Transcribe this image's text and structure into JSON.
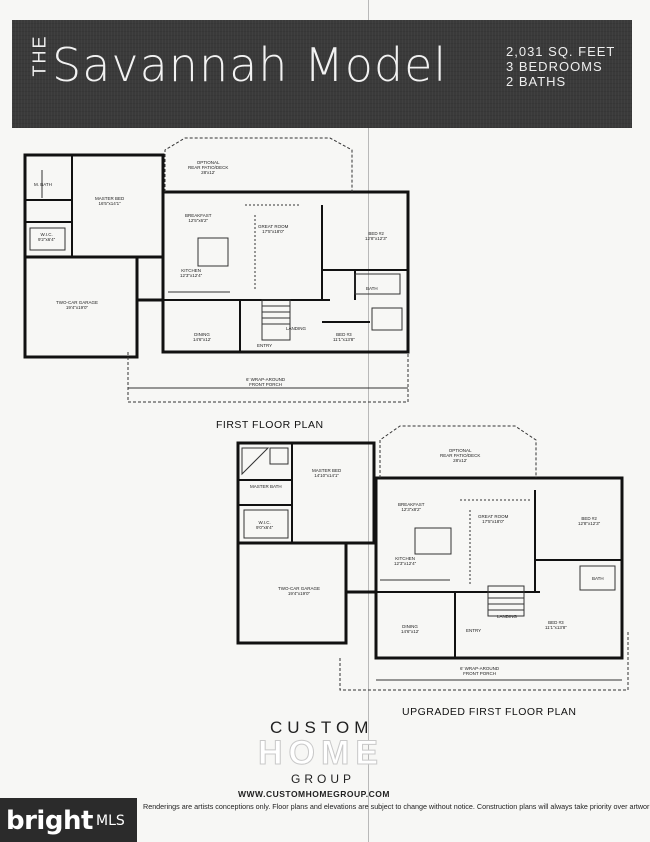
{
  "banner": {
    "the": "THE",
    "title": "Savannah Model",
    "sq_feet": "2,031 SQ. FEET",
    "bedrooms": "3 BEDROOMS",
    "baths": "2 BATHS"
  },
  "first_floor": {
    "title": "FIRST FLOOR PLAN",
    "rooms": {
      "patio": "OPTIONAL\nREAR PATIO/DECK\n28'x12'",
      "master_bed": "MASTER BED\n16'5\"x14'1\"",
      "m_bath": "M. BATH",
      "wic": "W.I.C.\n9'2\"x6'4\"",
      "breakfast": "BREAKFAST\n12'5\"x6'2\"",
      "great_room": "GREAT ROOM\n17'5\"x18'0\"",
      "bed2": "BED #2\n12'8\"x12'3\"",
      "kitchen": "KITCHEN\n12'3\"x12'4\"",
      "garage": "TWO-CAR GARAGE\n19'4\"x19'0\"",
      "dining": "DINING\n14'6\"x12'",
      "bed3": "BED #3\n11'1\"x13'8\"",
      "bath": "BATH",
      "entry": "ENTRY",
      "landing": "LANDING",
      "porch": "6' WRAP-AROUND\nFRONT PORCH"
    }
  },
  "upgraded": {
    "title": "UPGRADED FIRST FLOOR PLAN",
    "rooms": {
      "patio": "OPTIONAL\nREAR PATIO/DECK\n28'x12'",
      "master_bed": "MASTER BED\n14'10\"x14'1\"",
      "master_bath": "MASTER BATH",
      "wic": "W.I.C.\n9'0\"x6'4\"",
      "breakfast": "BREAKFAST\n12'3\"x8'2\"",
      "great_room": "GREAT ROOM\n17'5\"x18'0\"",
      "bed2": "BED #2\n12'8\"x12'3\"",
      "kitchen": "KITCHEN\n12'3\"x12'4\"",
      "garage": "TWO-CAR GARAGE\n19'4\"x19'0\"",
      "dining": "DINING\n14'6\"x12'",
      "bed3": "BED #3\n11'1\"x13'8\"",
      "bath": "BATH",
      "entry": "ENTRY",
      "landing": "LANDING",
      "porch": "6' WRAP-AROUND\nFRONT PORCH"
    }
  },
  "logo": {
    "custom": "CUSTOM",
    "home": "HOME",
    "group": "GROUP"
  },
  "website": "WWW.CUSTOMHOMEGROUP.COM",
  "disclaimer": "Renderings are artists conceptions only. Floor plans and elevations are subject to change without notice.  Construction plans will always take priority over artwork.",
  "watermark": {
    "brand": "bright",
    "suffix": "MLS"
  }
}
